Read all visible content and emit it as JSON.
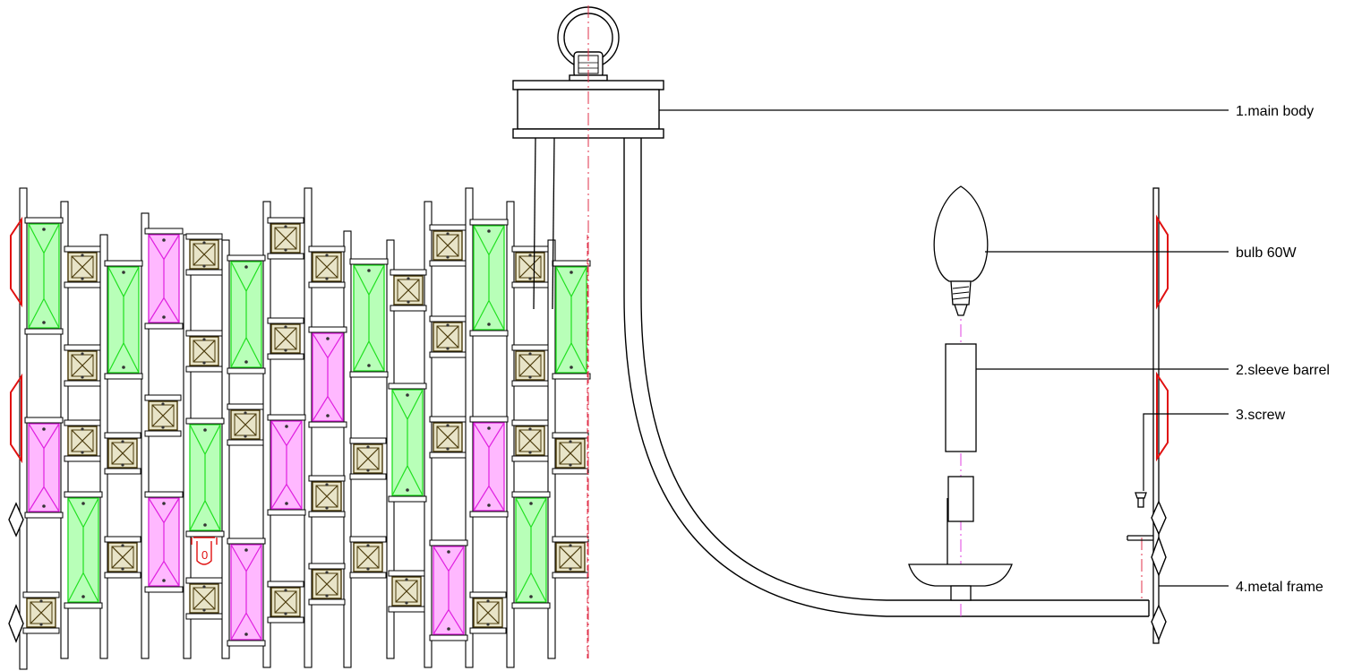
{
  "labels": {
    "main_body": "1.main body",
    "bulb": "bulb 60W",
    "sleeve_barrel": "2.sleeve barrel",
    "screw": "3.screw",
    "metal_frame": "4.metal frame"
  },
  "colors": {
    "line": "#000000",
    "centerline": "#e0304a",
    "axis_magenta": "#e040e0",
    "crystal_green": "#20e020",
    "crystal_green_fill": "#b8ffb8",
    "crystal_magenta": "#e020e0",
    "crystal_magenta_fill": "#ffb8ff",
    "crystal_box": "#4a3a0a",
    "crystal_box_fill": "#e8e4c8",
    "bead_red": "#e01010",
    "background": "#ffffff"
  },
  "icons": {
    "hanging_ring": "ring-hook-icon",
    "crystal_strand": "crystal-strand-icon"
  }
}
